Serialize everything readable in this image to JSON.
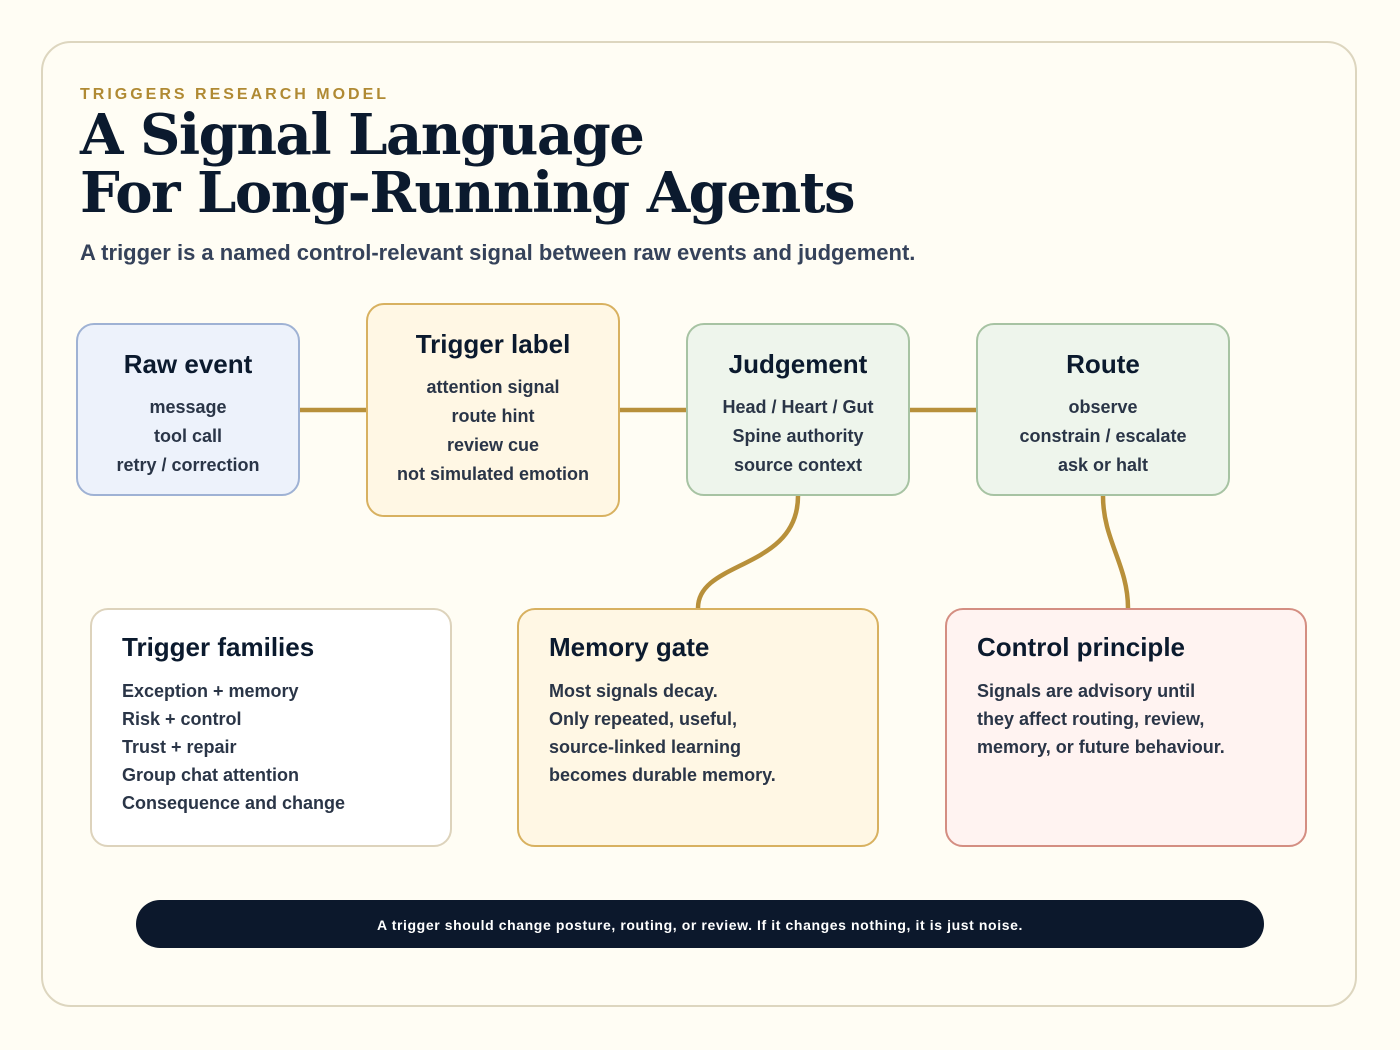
{
  "header": {
    "eyebrow": "TRIGGERS RESEARCH MODEL",
    "title_line1": "A Signal Language",
    "title_line2": "For Long-Running Agents",
    "subtitle": "A trigger is a named control-relevant signal between raw events and judgement."
  },
  "flow": [
    {
      "title": "Raw event",
      "items": [
        "message",
        "tool call",
        "retry / correction"
      ]
    },
    {
      "title": "Trigger label",
      "items": [
        "attention signal",
        "route hint",
        "review cue",
        "not simulated emotion"
      ]
    },
    {
      "title": "Judgement",
      "items": [
        "Head / Heart / Gut",
        "Spine authority",
        "source context"
      ]
    },
    {
      "title": "Route",
      "items": [
        "observe",
        "constrain / escalate",
        "ask or halt"
      ]
    }
  ],
  "cards": [
    {
      "title": "Trigger families",
      "items": [
        "Exception + memory",
        "Risk + control",
        "Trust + repair",
        "Group chat attention",
        "Consequence and change"
      ]
    },
    {
      "title": "Memory gate",
      "items": [
        "Most signals decay.",
        "Only repeated, useful,",
        "source-linked learning",
        "becomes durable memory."
      ]
    },
    {
      "title": "Control principle",
      "items": [
        "Signals are advisory until",
        "they affect routing, review,",
        "memory, or future behaviour."
      ]
    }
  ],
  "footer": "A trigger should change posture, routing, or review. If it changes nothing, it is just noise.",
  "colors": {
    "accent": "#b08a33",
    "ink": "#0b1a2e",
    "connector": "#b8903a",
    "footer_bg": "#0c182c"
  }
}
